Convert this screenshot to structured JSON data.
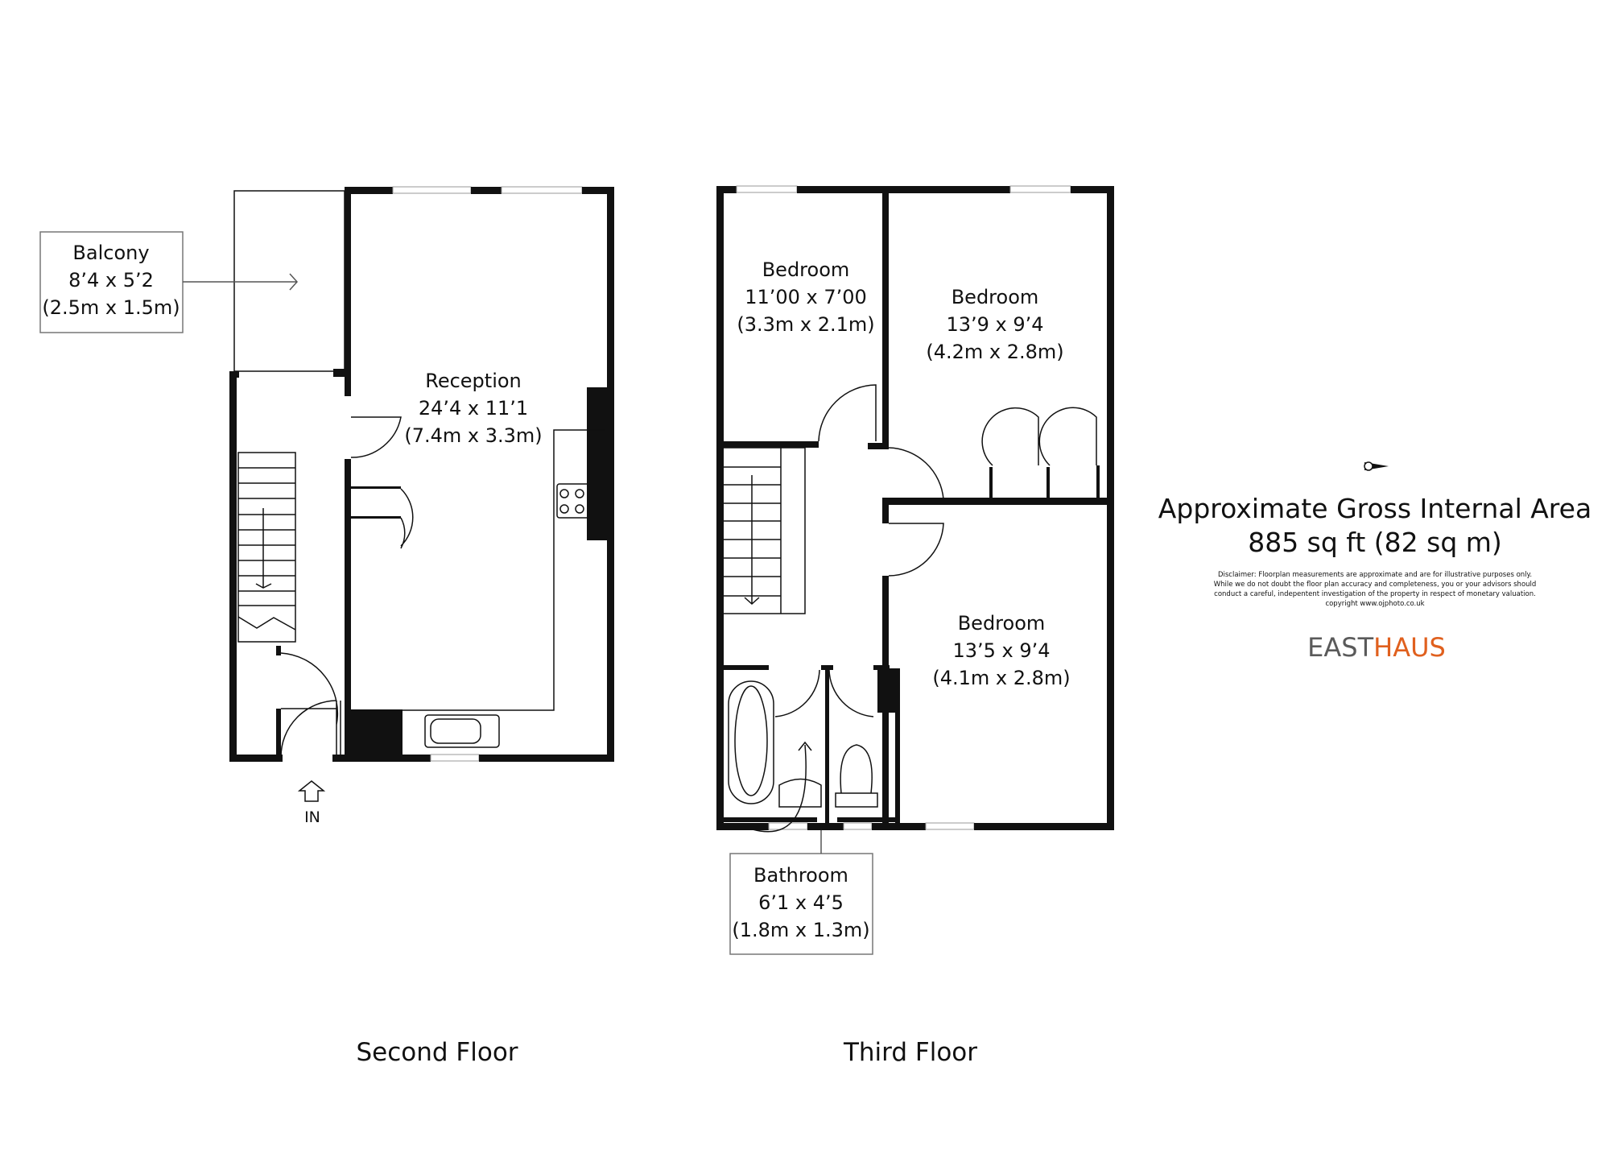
{
  "second_floor": {
    "title": "Second Floor",
    "rooms": [
      {
        "name": "Balcony",
        "imperial": "8’4 x 5’2",
        "metric": "(2.5m x 1.5m)"
      },
      {
        "name": "Reception",
        "imperial": "24’4 x 11’1",
        "metric": "(7.4m x 3.3m)"
      }
    ],
    "entrance_label": "IN"
  },
  "third_floor": {
    "title": "Third Floor",
    "rooms": [
      {
        "name": "Bedroom",
        "imperial": "11’00 x 7’00",
        "metric": "(3.3m x 2.1m)"
      },
      {
        "name": "Bedroom",
        "imperial": "13’9 x 9’4",
        "metric": "(4.2m x 2.8m)"
      },
      {
        "name": "Bedroom",
        "imperial": "13’5 x 9’4",
        "metric": "(4.1m x 2.8m)"
      },
      {
        "name": "Bathroom",
        "imperial": "6’1 x 4’5",
        "metric": "(1.8m x 1.3m)"
      }
    ]
  },
  "summary": {
    "heading": "Approximate Gross Internal Area",
    "area": "885 sq ft (82 sq m)",
    "disclaimer": [
      "Disclaimer: Floorplan measurements are approximate and are for illustrative purposes only.",
      "While we do not doubt the floor plan accuracy and completeness, you or your advisors should",
      "conduct a careful, indepentent investigation of the property in respect of monetary valuation.",
      "copyright www.ojphoto.co.uk"
    ],
    "logo": {
      "part1": "EAST",
      "part2": "HAUS",
      "color1": "#5a5a5a",
      "color2": "#e0601e"
    },
    "compass_icon": "north-arrow-icon"
  }
}
